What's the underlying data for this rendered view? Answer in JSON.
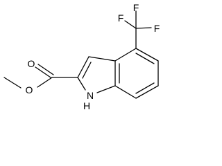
{
  "molecule": {
    "atoms": {
      "f_top": "F",
      "f_left": "F",
      "f_right": "F",
      "o_carbonyl": "O",
      "o_ester": "O",
      "n_ring": "N",
      "h_on_n": "H"
    }
  }
}
